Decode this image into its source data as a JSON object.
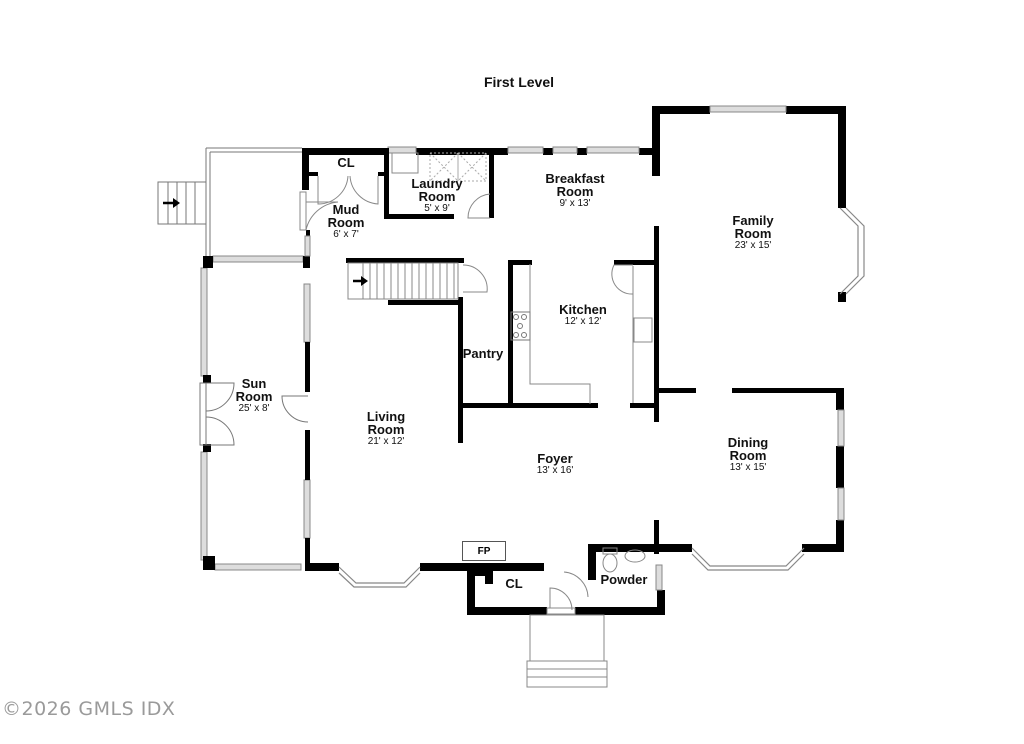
{
  "plan": {
    "title": "First Level",
    "rooms": {
      "closet_top": {
        "name": "CL"
      },
      "mud_room": {
        "name": "Mud\nRoom",
        "name_line1": "Mud",
        "name_line2": "Room",
        "dim": "6' x 7'"
      },
      "laundry_room": {
        "name_line1": "Laundry",
        "name_line2": "Room",
        "dim": "5' x 9'"
      },
      "breakfast_room": {
        "name_line1": "Breakfast",
        "name_line2": "Room",
        "dim": "9' x 13'"
      },
      "family_room": {
        "name_line1": "Family",
        "name_line2": "Room",
        "dim": "23' x 15'"
      },
      "kitchen": {
        "name_line1": "Kitchen",
        "dim": "12' x 12'"
      },
      "pantry": {
        "name": "Pantry"
      },
      "sun_room": {
        "name_line1": "Sun",
        "name_line2": "Room",
        "dim": "25' x 8'"
      },
      "living_room": {
        "name_line1": "Living",
        "name_line2": "Room",
        "dim": "21' x 12'"
      },
      "foyer": {
        "name_line1": "Foyer",
        "dim": "13' x 16'"
      },
      "dining_room": {
        "name_line1": "Dining",
        "name_line2": "Room",
        "dim": "13' x 15'"
      },
      "closet_entry": {
        "name": "CL"
      },
      "powder": {
        "name": "Powder"
      }
    },
    "fixtures": {
      "fireplace": "FP"
    },
    "colors": {
      "wall": "#000000",
      "window": "#cccccc",
      "line": "#777777"
    }
  },
  "footer": {
    "copyright": "©2026 GMLS IDX"
  }
}
